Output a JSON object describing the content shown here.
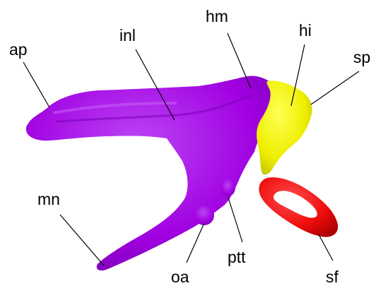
{
  "labels": {
    "ap": "ap",
    "inl": "inl",
    "hm": "hm",
    "hi": "hi",
    "sp": "sp",
    "mn": "mn",
    "oa": "oa",
    "ptt": "ptt",
    "sf": "sf"
  },
  "colors": {
    "hyomandibula": "#a000e0",
    "hyomandibula_shade": "#7a00b4",
    "hyomandibula_light": "#b833f0",
    "interhyal": "#f2f200",
    "interhyal_shade": "#c8c800",
    "symplectic_foramen": "#f01010",
    "symplectic_foramen_shade": "#b80000"
  }
}
